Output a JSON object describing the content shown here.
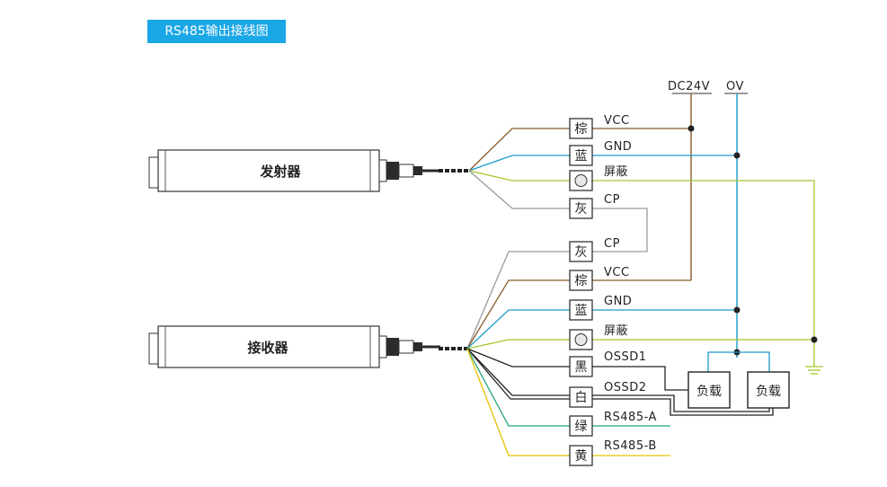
{
  "header": {
    "title": "RS485输出接线图"
  },
  "devices": {
    "emitter": "发射器",
    "receiver": "接收器"
  },
  "power": {
    "dc24v": "DC24V",
    "zero_v": "OV"
  },
  "emitter_wires": [
    {
      "code": "棕",
      "signal": "VCC",
      "color": "#8b5a2b"
    },
    {
      "code": "蓝",
      "signal": "GND",
      "color": "#1a9ac9"
    },
    {
      "code": "",
      "signal": "屏蔽",
      "color": "#a5c82e"
    },
    {
      "code": "灰",
      "signal": "CP",
      "color": "#9a9a9a"
    }
  ],
  "receiver_wires": [
    {
      "code": "灰",
      "signal": "CP",
      "color": "#9a9a9a"
    },
    {
      "code": "棕",
      "signal": "VCC",
      "color": "#8b5a2b"
    },
    {
      "code": "蓝",
      "signal": "GND",
      "color": "#1a9ac9"
    },
    {
      "code": "",
      "signal": "屏蔽",
      "color": "#a5c82e"
    },
    {
      "code": "黑",
      "signal": "OSSD1",
      "color": "#222222"
    },
    {
      "code": "白",
      "signal": "OSSD2",
      "color": "#222222"
    },
    {
      "code": "绿",
      "signal": "RS485-A",
      "color": "#1ea37a"
    },
    {
      "code": "黄",
      "signal": "RS485-B",
      "color": "#e6c200"
    }
  ],
  "loads": {
    "load1": "负载",
    "load2": "负载"
  }
}
